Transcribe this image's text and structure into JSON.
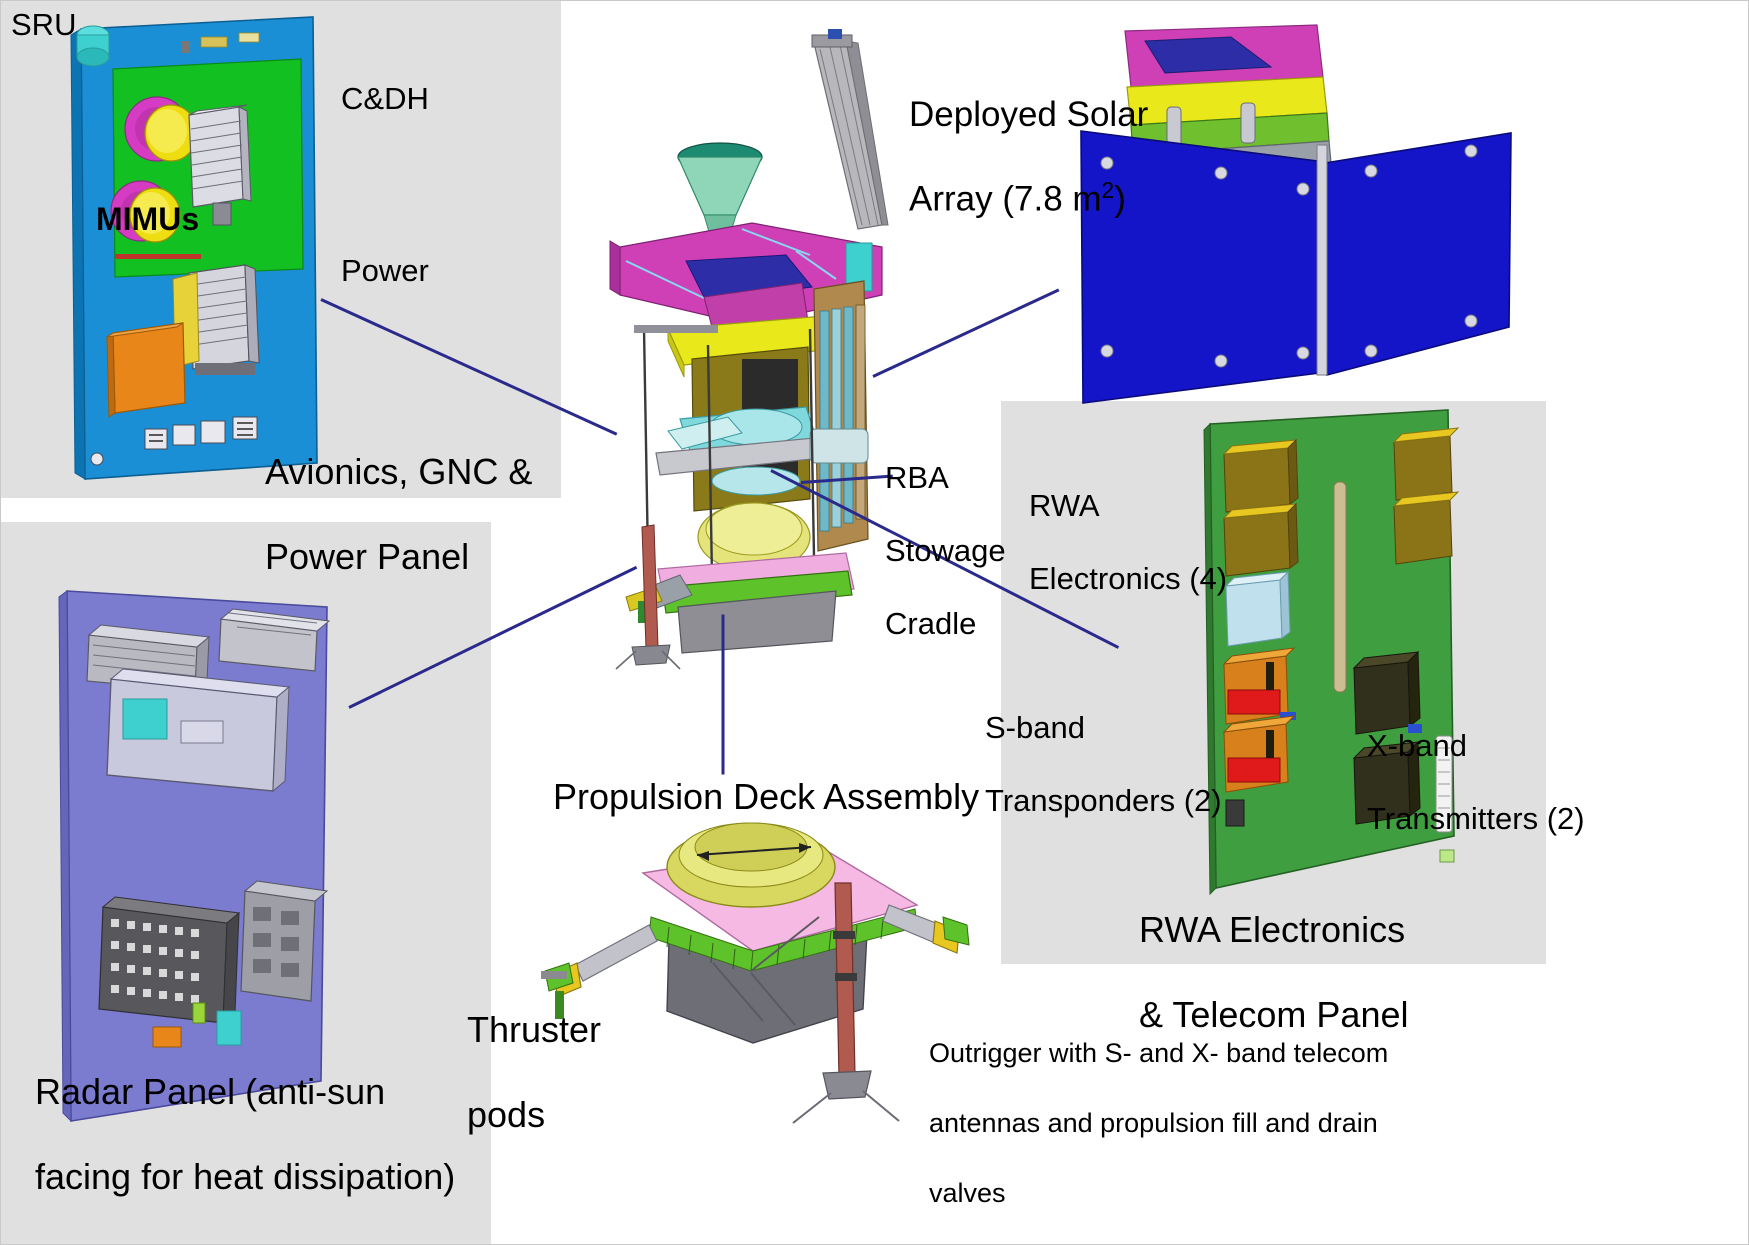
{
  "figure": {
    "title": "Spacecraft subsystem exploded view with labeled panels",
    "accent_line_color": "#2a2a8c",
    "panel_bg_color": "#e0e0e0"
  },
  "labels": {
    "sru": "SRU",
    "cdh": "C&DH",
    "power": "Power",
    "mimus": "MIMUs",
    "avionics_caption_line1": "Avionics, GNC &",
    "avionics_caption_line2": "Power Panel",
    "deployed_solar_array_line1": "Deployed Solar",
    "deployed_solar_array_line2_pre": "Array (7.8 m",
    "deployed_solar_array_sup": "2",
    "deployed_solar_array_line2_post": ")",
    "rba_line1": "RBA",
    "rba_line2": "Stowage",
    "rba_line3": "Cradle",
    "rwa_electronics_line1": "RWA",
    "rwa_electronics_line2": "Electronics (4)",
    "s_band_line1": "S-band",
    "s_band_line2": "Transponders (2)",
    "x_band_line1": "X-band",
    "x_band_line2": "Transmitters (2)",
    "rwa_caption_line1": "RWA Electronics",
    "rwa_caption_line2": "& Telecom Panel",
    "radar_caption_line1": "Radar Panel (anti-sun",
    "radar_caption_line2": "facing for heat dissipation)",
    "propulsion_caption": "Propulsion Deck Assembly",
    "thruster_line1": "Thruster",
    "thruster_line2": "pods",
    "outrigger_line1": "Outrigger with S- and X- band telecom",
    "outrigger_line2": "antennas and propulsion fill and drain",
    "outrigger_line3": "valves"
  },
  "colors": {
    "avionics_panel_blue": "#1a8fd6",
    "avionics_board_green": "#12c022",
    "radar_panel_violet": "#7b7bd0",
    "solar_array_blue": "#1414c8",
    "telecom_board_green": "#3f9e3f",
    "mimu_magenta": "#d63bc4",
    "mimu_yellow": "#eedd10",
    "sru_cyan": "#3ecfcf",
    "orange_box": "#e8861a",
    "propulsion_pink": "#f6b9e4",
    "propulsion_yellow": "#d8d860",
    "propulsion_green": "#5ec22a",
    "strut_red": "#b05a50"
  }
}
